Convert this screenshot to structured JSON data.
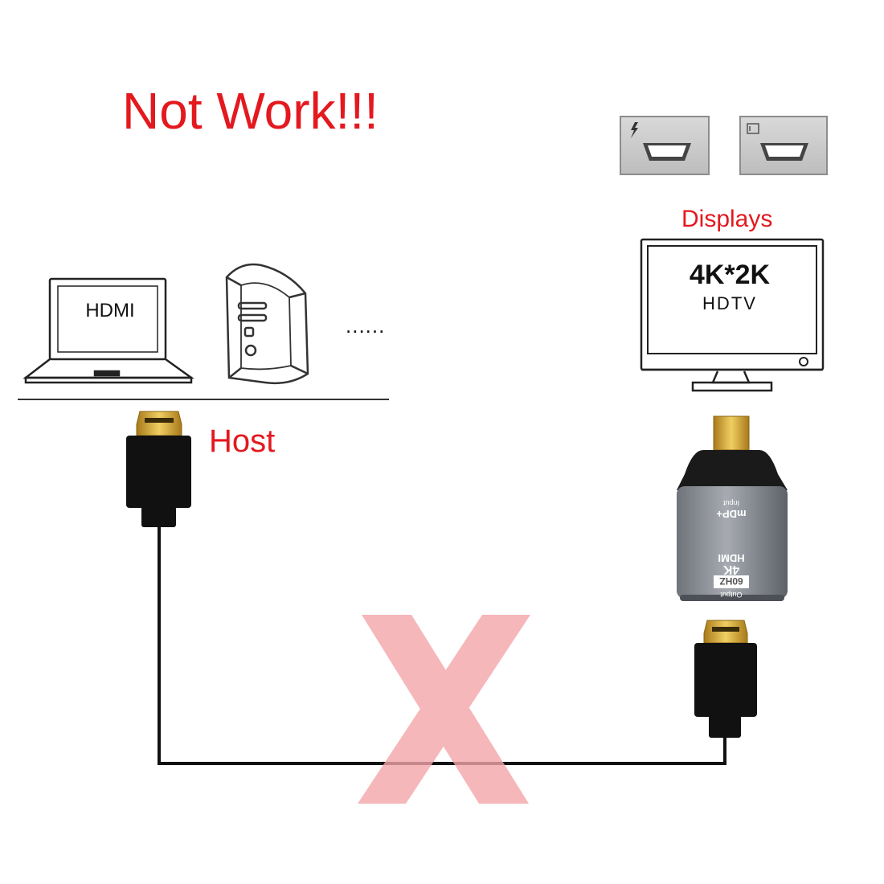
{
  "headline": "Not Work!!!",
  "host_label": "Host",
  "displays_label": "Displays",
  "laptop_screen_text": "HDMI",
  "more_devices": "......",
  "monitor": {
    "resolution": "4K*2K",
    "type": "HDTV"
  },
  "adapter": {
    "input_label_1": "mDP+",
    "input_label_2": "Input",
    "output_label_1": "HDMI",
    "output_label_2": "4K",
    "output_label_3": "60HZ",
    "output_label_4": "Output"
  },
  "colors": {
    "accent_red": "#e3191f",
    "cross_pink": "#f4a6ab",
    "cable_black": "#111111",
    "connector_gold": "#d4a628"
  }
}
